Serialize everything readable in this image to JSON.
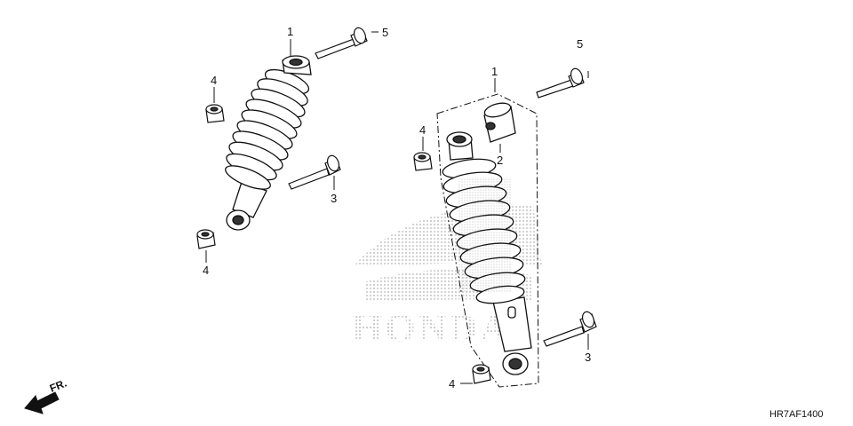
{
  "diagram": {
    "part_code": "HR7AF1400",
    "direction_label": "FR.",
    "watermark_text": "HONDA",
    "callouts": {
      "left_shock": "1",
      "right_shock": "1",
      "bushing": "2",
      "bolt_left_mid": "3",
      "bolt_right_low": "3",
      "nut_left_upper": "4",
      "nut_left_lower": "4",
      "nut_right_upper": "4",
      "nut_right_lower": "4",
      "bolt_left_top": "5",
      "bolt_right_top": "5"
    },
    "colors": {
      "line": "#111111",
      "watermark": "#9a9a9a",
      "shade": "#bdbdbd"
    }
  }
}
